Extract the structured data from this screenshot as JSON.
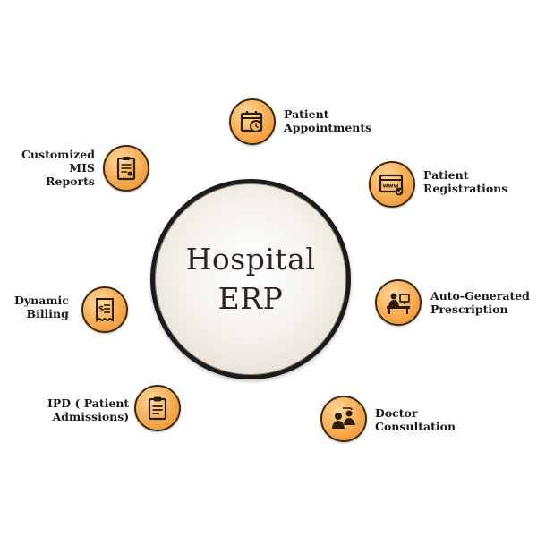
{
  "hub": {
    "lines": [
      "Hospital",
      "ERP"
    ]
  },
  "nodes": {
    "appointments": {
      "icon": "calendar-clock-icon",
      "lines": [
        "Patient",
        "Appointments"
      ]
    },
    "registrations": {
      "icon": "web-registration-icon",
      "lines": [
        "Patient",
        "Registrations"
      ]
    },
    "prescription": {
      "icon": "doctor-desk-icon",
      "lines": [
        "Auto-Generated",
        "Prescription"
      ]
    },
    "consultation": {
      "icon": "consultation-icon",
      "lines": [
        "Doctor",
        "Consultation"
      ]
    },
    "ipd": {
      "icon": "clipboard-icon",
      "lines": [
        "IPD ( Patient",
        "Admissions)"
      ]
    },
    "billing": {
      "icon": "bill-icon",
      "lines": [
        "Dynamic",
        "Billing"
      ]
    },
    "mis": {
      "icon": "report-icon",
      "lines": [
        "Customized",
        "MIS",
        "Reports"
      ]
    }
  },
  "colors": {
    "node_fill": "#f8b35c",
    "node_border": "#3b2a15",
    "hub_border": "#1d1b19",
    "icon": "#2a1d10"
  }
}
